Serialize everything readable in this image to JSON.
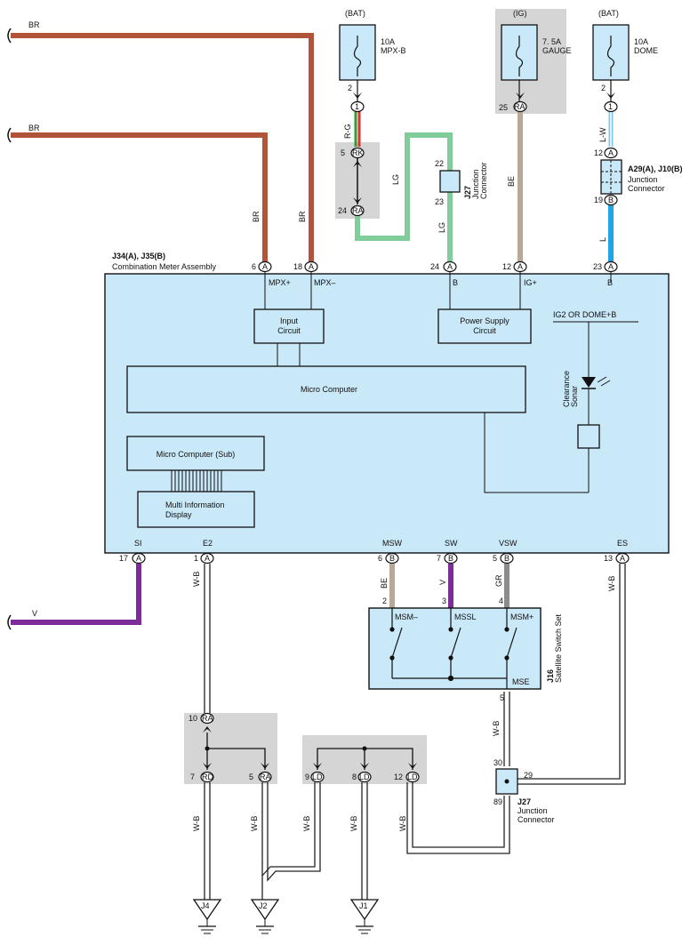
{
  "colors": {
    "BR": "#b0553a",
    "LG": "#80cc9a",
    "BE": "#b8a898",
    "V": "#7c2d99",
    "L": "#1fa4e6",
    "LW": "#7ec8ee",
    "GR": "#8c8c8c",
    "WB": "#222222",
    "shade": "#d5d5d5",
    "box": "#c9e8f8",
    "G": "#2e9d3a",
    "R": "#e0342a"
  },
  "wires": {
    "br": "BR",
    "lg": "LG",
    "be": "BE",
    "v": "V",
    "l": "L",
    "lw": "L-W",
    "gr": "R-G",
    "gr2": "GR",
    "wb": "W-B"
  },
  "sources": {
    "bat": "(BAT)",
    "ig": "(IG)"
  },
  "fuses": {
    "mpxb": {
      "amp": "10A",
      "name": "MPX-B"
    },
    "gauge": {
      "amp": "7. 5A",
      "name": "GAUGE"
    },
    "dome": {
      "amp": "10A",
      "name": "DOME"
    }
  },
  "connectors": {
    "c1": "1",
    "rk": "RK",
    "ra": "RA",
    "a": "A",
    "b": "B",
    "rd": "RD",
    "ld": "LD"
  },
  "pins": {
    "p2": "2",
    "p5": "5",
    "p24": "24",
    "p25": "25",
    "p12": "12",
    "p19": "19",
    "p22": "22",
    "p23": "23",
    "p6": "6",
    "p18": "18",
    "p17": "17",
    "p1": "1",
    "p7": "7",
    "p13": "13",
    "p3": "3",
    "p4": "4",
    "p10": "10",
    "p9": "9",
    "p8": "8",
    "p30": "30",
    "p29": "29",
    "p89": "89"
  },
  "j27": {
    "id": "J27",
    "desc1": "Junction",
    "desc2": "Connector"
  },
  "a29": {
    "id": "A29(A), J10(B)",
    "desc1": "Junction",
    "desc2": "Connector"
  },
  "meter": {
    "id": "J34(A), J35(B)",
    "name": "Combination Meter Assembly",
    "t_mpxp": "MPX+",
    "t_mpxm": "MPX–",
    "t_b": "B",
    "t_ig": "IG+",
    "input1": "Input",
    "input2": "Circuit",
    "psu1": "Power Supply",
    "psu2": "Circuit",
    "ig2": "IG2 OR DOME+B",
    "micro": "Micro Computer",
    "microsub": "Micro Computer (Sub)",
    "mid1": "Multi Information",
    "mid2": "Display",
    "sonar1": "Clearance",
    "sonar2": "Sonar",
    "t_si": "SI",
    "t_e2": "E2",
    "t_msw": "MSW",
    "t_sw": "SW",
    "t_vsw": "VSW",
    "t_es": "ES"
  },
  "switch": {
    "id": "J16",
    "name": "Satellite Switch Set",
    "msm_m": "MSM–",
    "mssl": "MSSL",
    "msm_p": "MSM+",
    "mse": "MSE"
  },
  "grounds": {
    "j4": "J4",
    "j2": "J2",
    "j1": "J1"
  }
}
